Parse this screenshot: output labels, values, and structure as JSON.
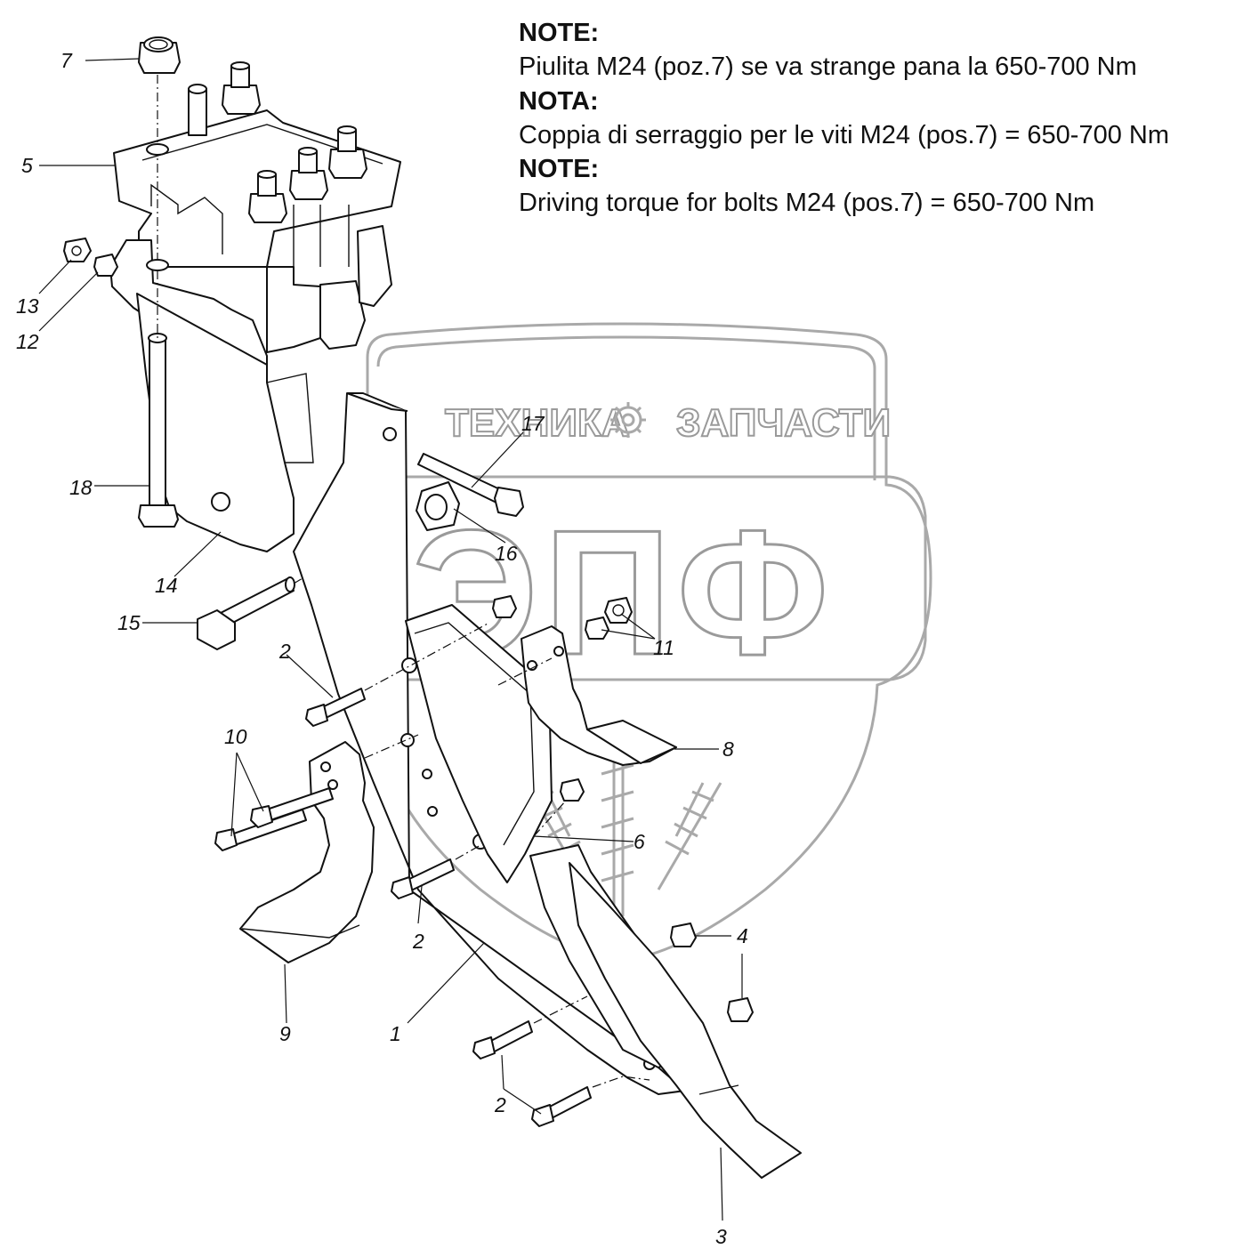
{
  "notes": [
    {
      "heading": "NOTE:",
      "text": "Piulita M24 (poz.7) se va strange pana la 650-700 Nm"
    },
    {
      "heading": "NOTA:",
      "text": "Coppia di serraggio per le viti M24 (pos.7) = 650-700 Nm"
    },
    {
      "heading": "NOTE:",
      "text": "Driving torque for bolts M24 (pos.7) = 650-700 Nm"
    }
  ],
  "watermark": {
    "top_left": "ТЕХНИКА",
    "top_right": "ЗАПЧАСТИ",
    "center": "ЭПФ",
    "color": "#a9a9a9"
  },
  "callouts": {
    "c1": "1",
    "c2a": "2",
    "c2b": "2",
    "c2c": "2",
    "c3": "3",
    "c4": "4",
    "c5": "5",
    "c6": "6",
    "c7": "7",
    "c8": "8",
    "c9": "9",
    "c10": "10",
    "c11": "11",
    "c12": "12",
    "c13": "13",
    "c14": "14",
    "c15": "15",
    "c16": "16",
    "c17": "17",
    "c18": "18"
  }
}
